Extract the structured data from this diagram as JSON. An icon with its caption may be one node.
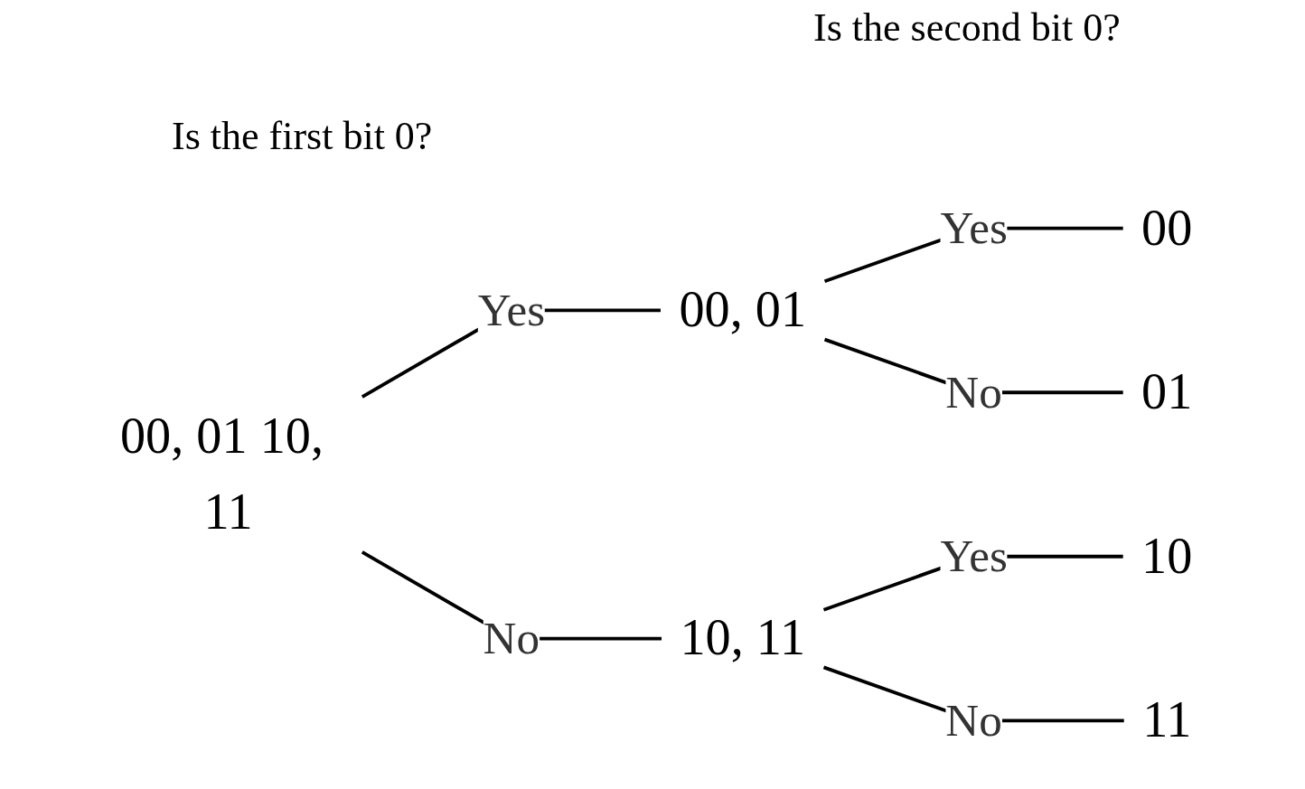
{
  "diagram": {
    "nodes": [
      {
        "text": [
          "00, 01 10, 11"
        ]
      },
      {
        "text": [
          "00, 01"
        ]
      },
      {
        "text": [
          "10, 11"
        ]
      },
      {
        "text": [
          "00"
        ]
      },
      {
        "text": [
          "01"
        ]
      },
      {
        "text": [
          "10"
        ]
      },
      {
        "text": [
          "11"
        ]
      }
    ],
    "edges": [
      {
        "from": 0,
        "to": 1,
        "arrow": "none",
        "label": "Yes"
      },
      {
        "from": 0,
        "to": 2,
        "arrow": "none",
        "label": "No"
      },
      {
        "from": 1,
        "to": 3,
        "arrow": "none",
        "label": "Yes"
      },
      {
        "from": 1,
        "to": 4,
        "arrow": "none",
        "label": "No"
      },
      {
        "from": 2,
        "to": 5,
        "arrow": "none",
        "label": "Yes"
      },
      {
        "from": 2,
        "to": 6,
        "arrow": "none",
        "label": "No"
      }
    ],
    "labels": [
      "Is the second bit 0?",
      "Is the first bit 0?"
    ]
  }
}
